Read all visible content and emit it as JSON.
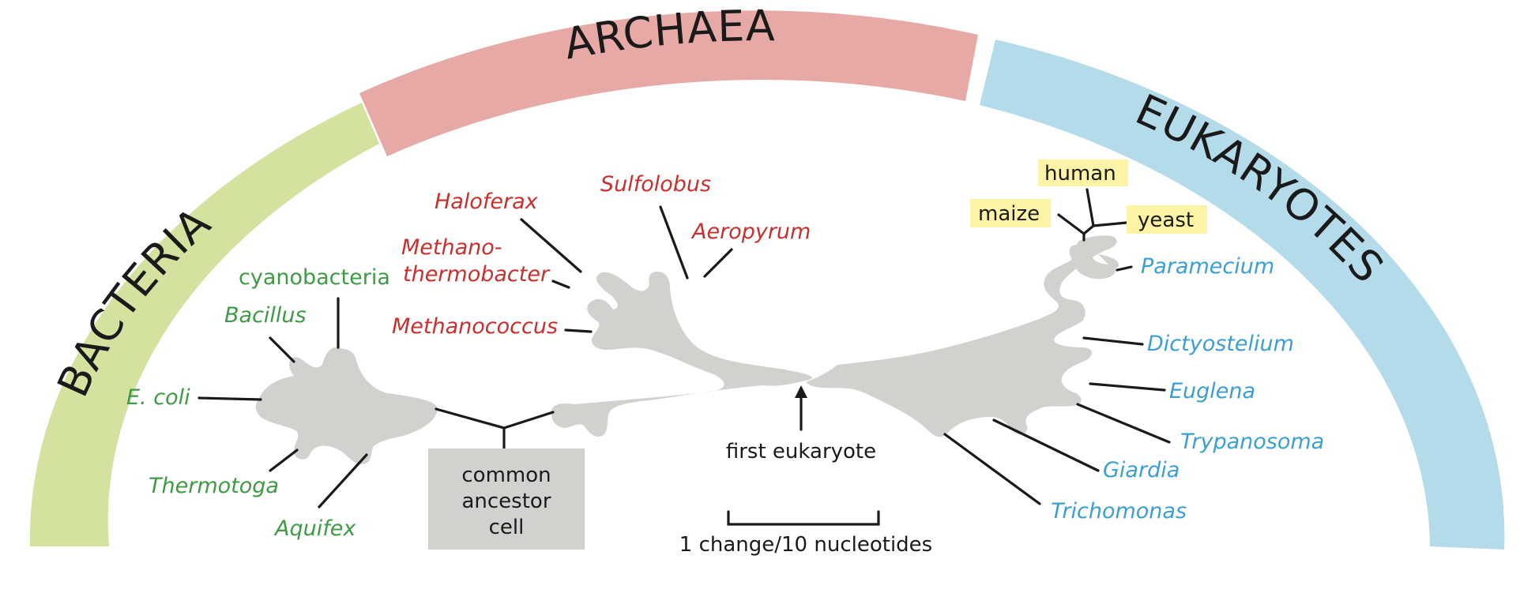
{
  "domains": {
    "bacteria": "BACTERIA",
    "archaea": "ARCHAEA",
    "eukaryotes": "EUKARYOTES"
  },
  "bacteria_species": {
    "cyanobacteria": "cyanobacteria",
    "bacillus": "Bacillus",
    "ecoli": "E. coli",
    "thermotoga": "Thermotoga",
    "aquifex": "Aquifex"
  },
  "archaea_species": {
    "haloferax": "Haloferax",
    "methano_line1": "Methano-",
    "methano_line2": "thermobacter",
    "methanococcus": "Methanococcus",
    "sulfolobus": "Sulfolobus",
    "aeropyrum": "Aeropyrum"
  },
  "eukaryote_species": {
    "human": "human",
    "maize": "maize",
    "yeast": "yeast",
    "paramecium": "Paramecium",
    "dictyostelium": "Dictyostelium",
    "euglena": "Euglena",
    "trypanosoma": "Trypanosoma",
    "giardia": "Giardia",
    "trichomonas": "Trichomonas"
  },
  "common_ancestor": {
    "line1": "common",
    "line2": "ancestor",
    "line3": "cell"
  },
  "first_eukaryote": "first eukaryote",
  "scale_bar": "1 change/10 nucleotides",
  "colors": {
    "bacteria_band": "#d4e2a0",
    "archaea_band": "#e6a9a6",
    "eukaryote_band": "#b4dbea",
    "tree_blob": "#cfd2cd",
    "bacteria_text": "#3f9a45",
    "archaea_text": "#c8302e",
    "eukaryote_text": "#3b9fd0",
    "highlight_box": "#fdf3a6"
  }
}
